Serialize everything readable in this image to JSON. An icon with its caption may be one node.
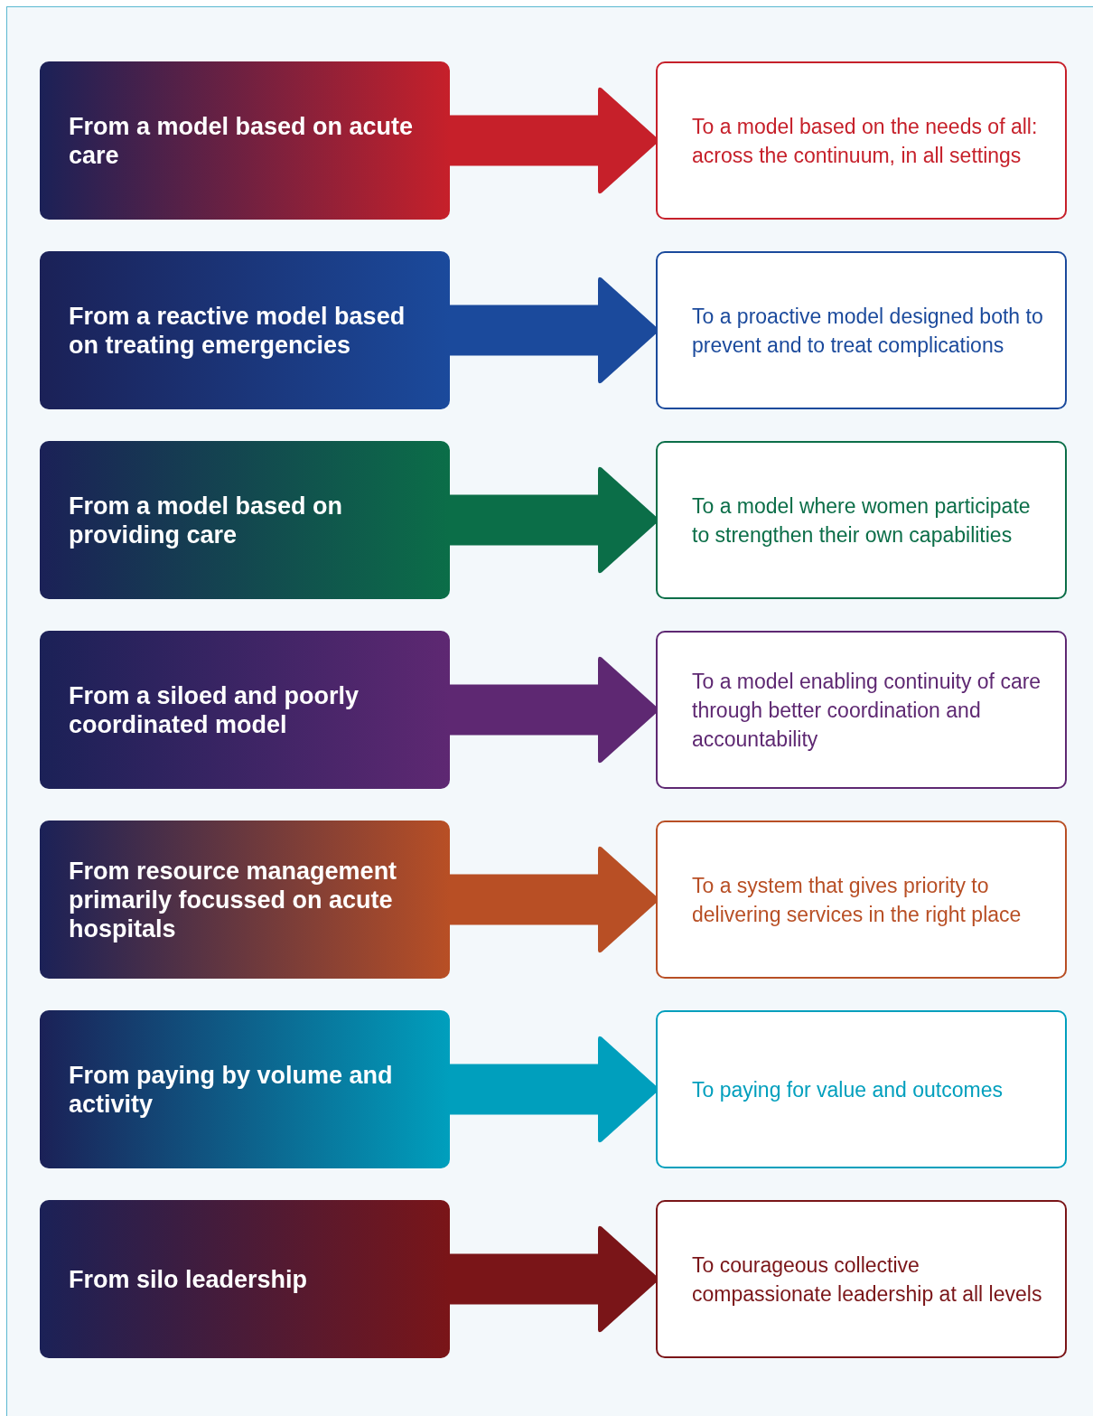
{
  "diagram": {
    "nodes": [
      {
        "text": [
          "From a model based on acute care"
        ]
      },
      {
        "text": [
          "To a model based on the needs of all: across the continuum, in all settings"
        ]
      },
      {
        "text": [
          "From a reactive model based on treating emergencies"
        ]
      },
      {
        "text": [
          "To a proactive model designed both to prevent and to treat complications"
        ]
      },
      {
        "text": [
          "From a model based on providing care"
        ]
      },
      {
        "text": [
          "To a model where women participate to strengthen their own capabilities"
        ]
      },
      {
        "text": [
          "From a siloed and poorly coordinated model"
        ]
      },
      {
        "text": [
          "To a model enabling continuity of care through better coordination and accountability"
        ]
      },
      {
        "text": [
          "From resource management primarily focussed on acute hospitals"
        ]
      },
      {
        "text": [
          "To a system that gives priority to delivering services in the right place"
        ]
      },
      {
        "text": [
          "From paying by volume and activity"
        ]
      },
      {
        "text": [
          "To paying for value and outcomes"
        ]
      },
      {
        "text": [
          "From silo leadership"
        ]
      },
      {
        "text": [
          "To courageous collective compassionate leadership at all levels"
        ]
      }
    ],
    "edges": [
      {
        "from": 0,
        "to": 1,
        "arrow": "to",
        "color": "#c6202a"
      },
      {
        "from": 2,
        "to": 3,
        "arrow": "to",
        "color": "#1b4a9c"
      },
      {
        "from": 4,
        "to": 5,
        "arrow": "to",
        "color": "#0b6e48"
      },
      {
        "from": 6,
        "to": 7,
        "arrow": "to",
        "color": "#5e2872"
      },
      {
        "from": 8,
        "to": 9,
        "arrow": "to",
        "color": "#b84f25"
      },
      {
        "from": 10,
        "to": 11,
        "arrow": "to",
        "color": "#009fbd"
      },
      {
        "from": 12,
        "to": 13,
        "arrow": "to",
        "color": "#7a1518"
      }
    ]
  }
}
